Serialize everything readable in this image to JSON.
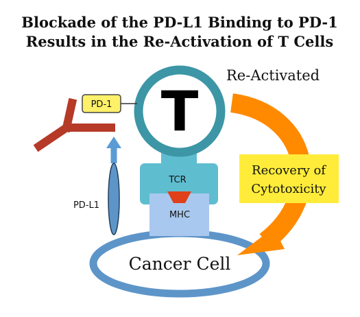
{
  "title": {
    "line1": "Blockade of the PD-L1 Binding to PD-1",
    "line2": "Results in the Re-Activation of T Cells"
  },
  "labels": {
    "t_cell_letter": "T",
    "re_activated": "Re-Activated",
    "pd1": "PD-1",
    "pdl1": "PD-L1",
    "tcr": "TCR",
    "mhc": "MHC",
    "recovery_line1": "Recovery of",
    "recovery_line2": "Cytotoxicity",
    "cancer_cell": "Cancer Cell"
  },
  "colors": {
    "t_cell_ring": "#3d96a6",
    "tcr_body": "#5fbdd0",
    "mhc_box": "#a9c8ef",
    "tcr_mhc_bind": "#e0401a",
    "cancer_ring": "#5e95c9",
    "arrow_orange": "#ff8a00",
    "pd1_box": "#fff06a",
    "recovery_box": "#ffec3a",
    "antibody": "#b53a28",
    "pdl1_ellipse": "#5e95c9",
    "blue_arrow": "#5b9bd5"
  },
  "icons": {
    "antibody": "y-shaped-antibody-icon",
    "block_arrow": "up-arrow-icon",
    "reactivation_arrow": "curved-arrow-icon"
  }
}
